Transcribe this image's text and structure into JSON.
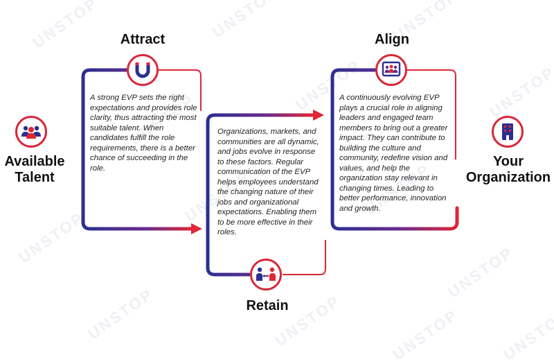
{
  "watermark": "UNSTOP",
  "left": {
    "label_line1": "Available",
    "label_line2": "Talent",
    "icon": "people-group-icon"
  },
  "right": {
    "label_line1": "Your",
    "label_line2": "Organization",
    "icon": "building-icon"
  },
  "stages": {
    "attract": {
      "title": "Attract",
      "icon": "magnet-icon",
      "text": "A strong EVP sets the right expectations and provides role clarity, thus attracting the most suitable talent. When candidates fulfill the role requirements, there is a better chance of succeeding in the role."
    },
    "retain": {
      "title": "Retain",
      "icon": "people-exchange-icon",
      "text": "Organizations, markets, and communities are all dynamic, and jobs evolve in response to these factors. Regular communication of the EVP helps employees understand the changing nature of their jobs and organizational expectations. Enabling them to be more effective in their roles."
    },
    "align": {
      "title": "Align",
      "icon": "team-board-icon",
      "text": "A continuously evolving EVP plays a crucial role in aligning leaders and engaged team members to bring out a greater impact. They can contribute to building the culture and community, redefine vision and values, and help the organization stay relevant in changing times. Leading to better performance, innovation and growth."
    }
  },
  "colors": {
    "blue": "#2c2f8f",
    "red": "#e02637",
    "purple": "#5b2d8e"
  }
}
